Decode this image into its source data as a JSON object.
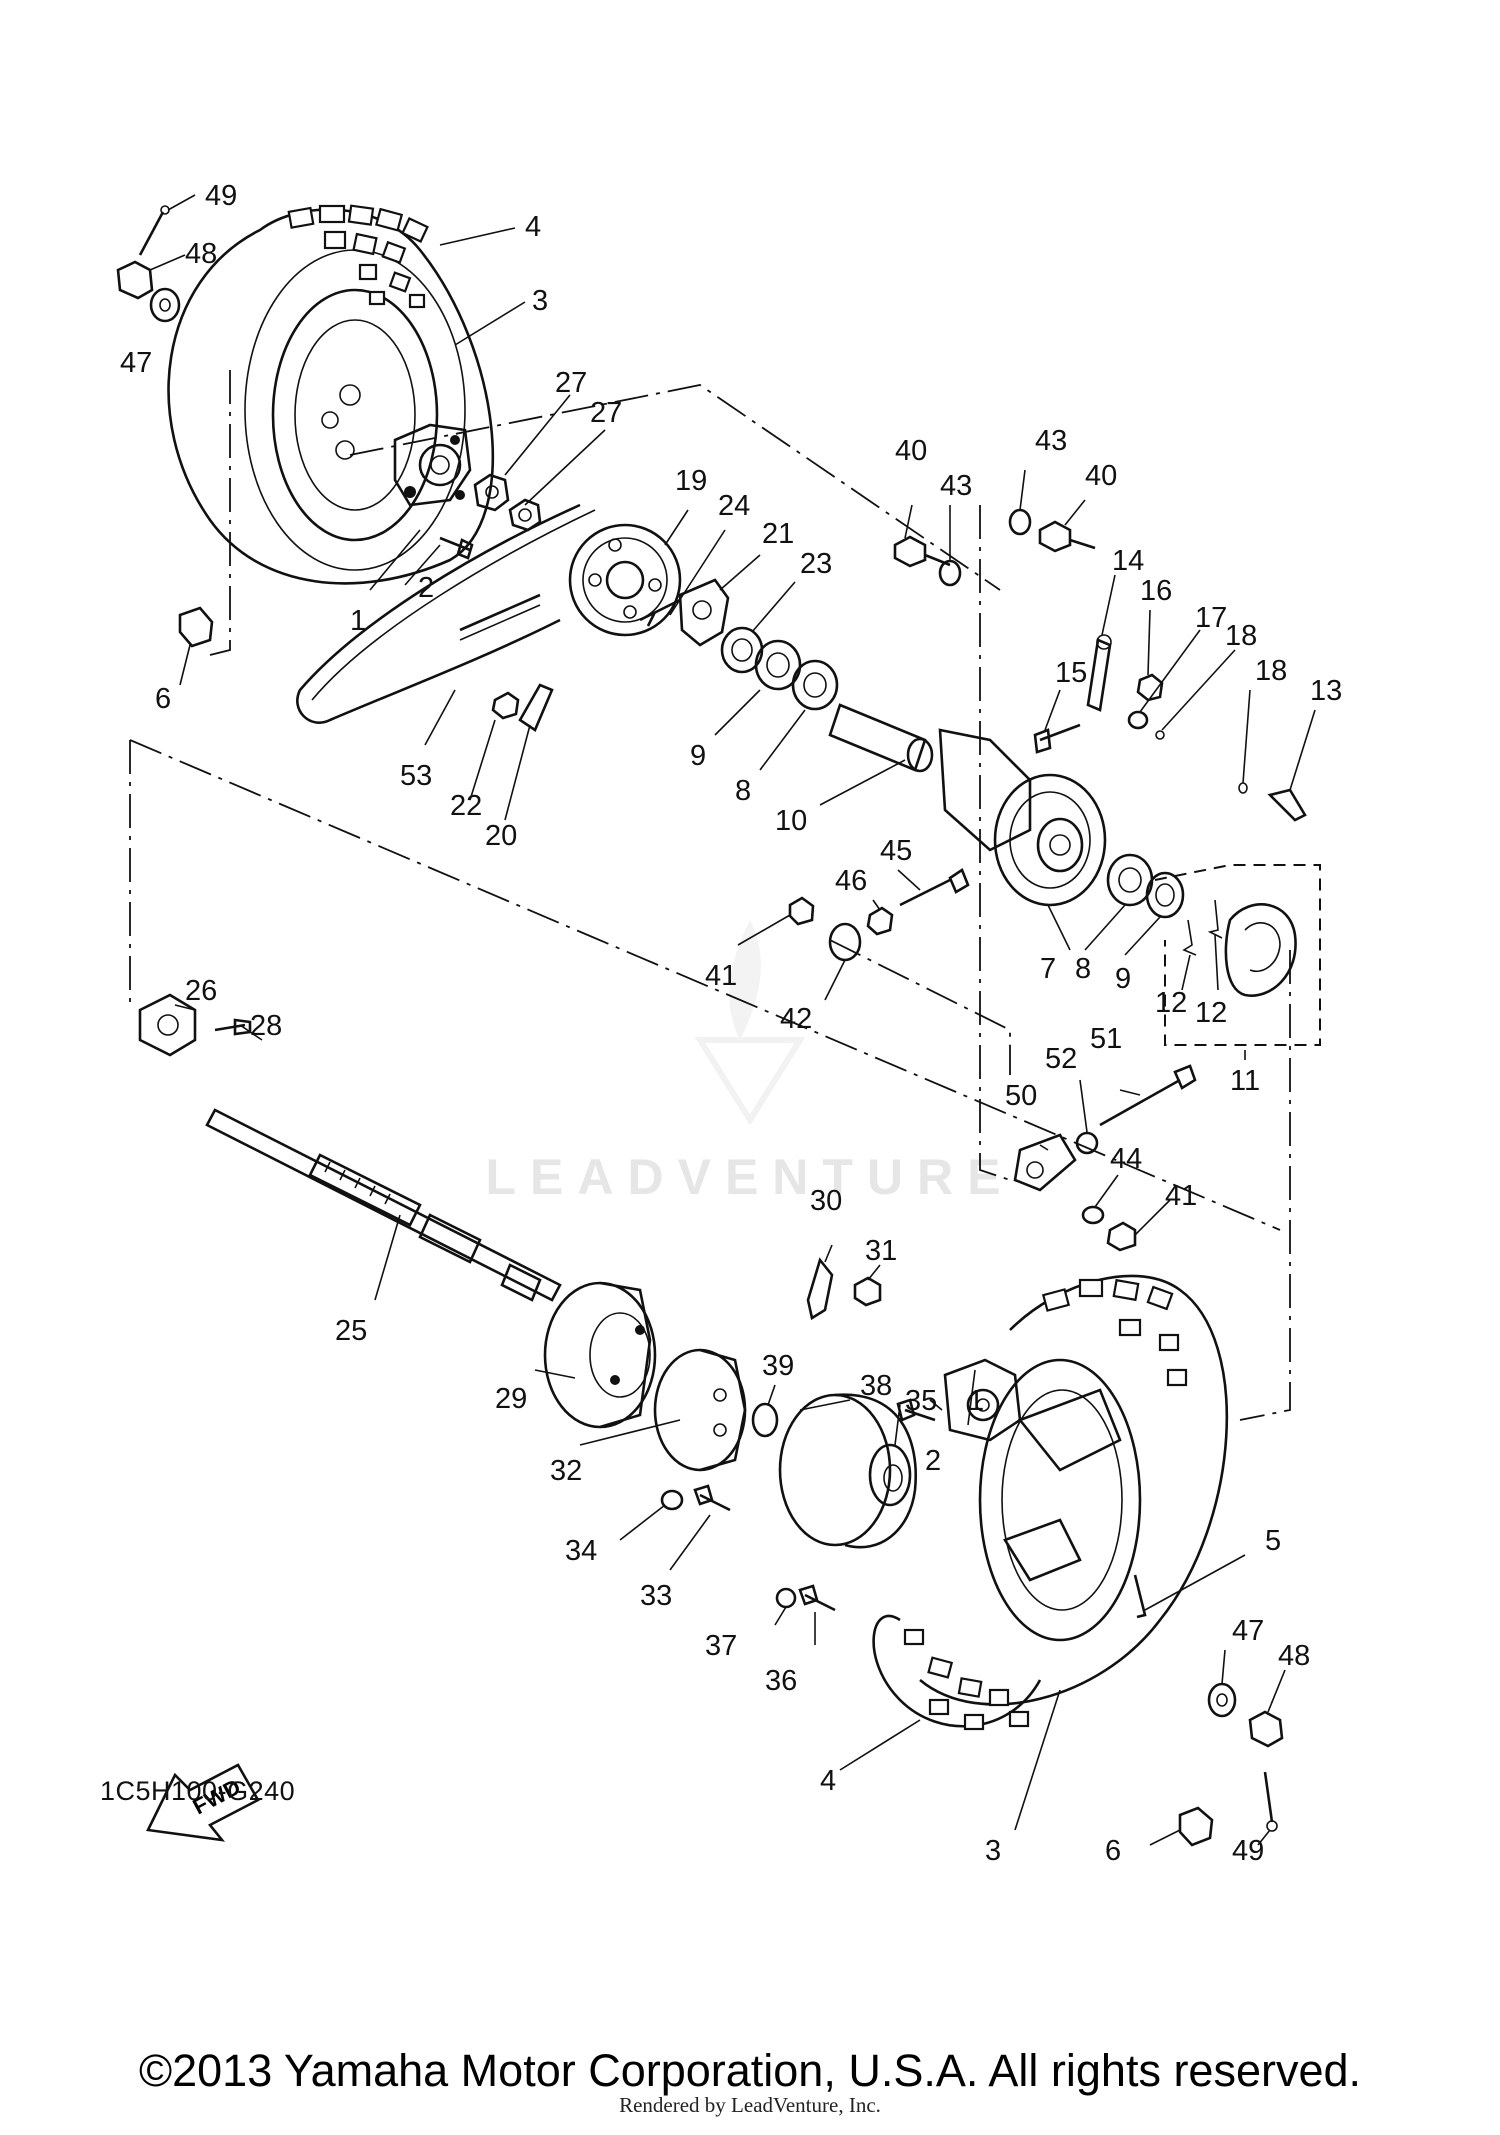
{
  "diagram": {
    "part_code": "1C5H100-G240",
    "fwd_label": "FWD",
    "watermark_text": "LEADVENTURE",
    "callouts": {
      "c49a": "49",
      "c48a": "48",
      "c47a": "47",
      "c4a": "4",
      "c3a": "3",
      "c27a": "27",
      "c27b": "27",
      "c2a": "2",
      "c1a": "1",
      "c6a": "6",
      "c19": "19",
      "c24": "24",
      "c21": "21",
      "c23": "23",
      "c40a": "40",
      "c43a": "43",
      "c43b": "43",
      "c40b": "40",
      "c14": "14",
      "c16": "16",
      "c17": "17",
      "c18a": "18",
      "c18b": "18",
      "c13": "13",
      "c15": "15",
      "c9a": "9",
      "c8a": "8",
      "c10": "10",
      "c53": "53",
      "c22": "22",
      "c20": "20",
      "c45": "45",
      "c46": "46",
      "c41a": "41",
      "c42": "42",
      "c7": "7",
      "c8b": "8",
      "c9b": "9",
      "c12a": "12",
      "c12b": "12",
      "c11": "11",
      "c26": "26",
      "c28": "28",
      "c51": "51",
      "c52": "52",
      "c50": "50",
      "c44": "44",
      "c41b": "41",
      "c30": "30",
      "c31": "31",
      "c25": "25",
      "c39": "39",
      "c38": "38",
      "c35": "35",
      "c1b": "1",
      "c29": "29",
      "c2b": "2",
      "c5": "5",
      "c32": "32",
      "c34": "34",
      "c33": "33",
      "c47b": "47",
      "c48b": "48",
      "c37": "37",
      "c36": "36",
      "c4b": "4",
      "c3b": "3",
      "c6b": "6",
      "c49b": "49"
    }
  },
  "footer": {
    "copyright": "©2013 Yamaha Motor Corporation, U.S.A. All rights reserved.",
    "rendered_by": "Rendered by LeadVenture, Inc."
  }
}
